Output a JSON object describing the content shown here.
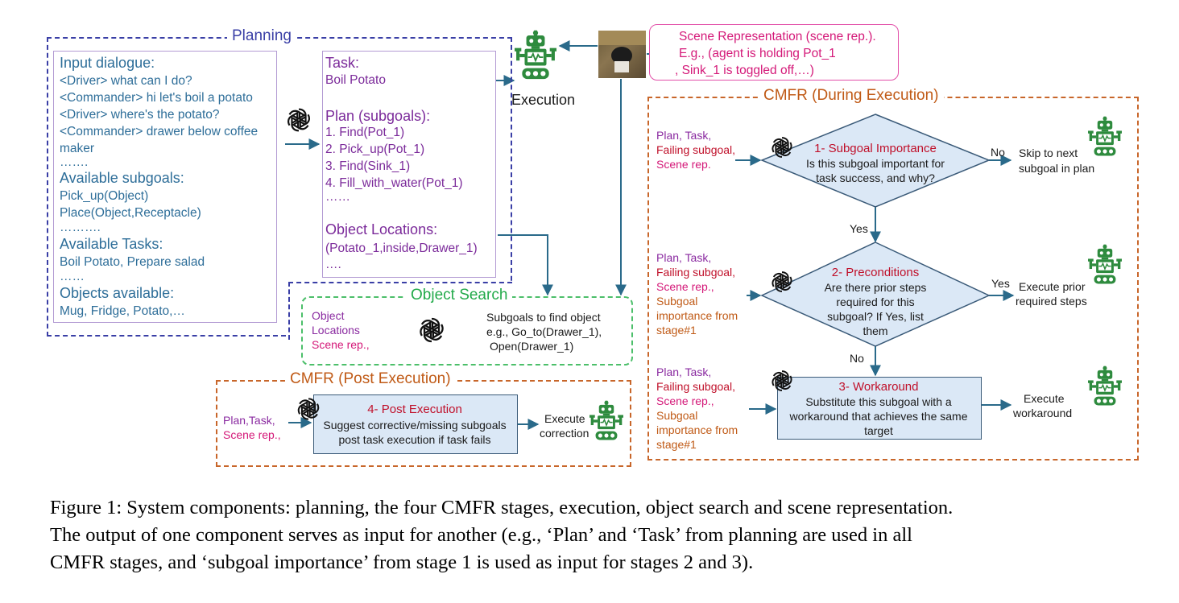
{
  "planning": {
    "title": "Planning",
    "input_box": {
      "header_dialogue": "Input dialogue:",
      "dialogue_lines": [
        "<Driver> what can I do?",
        "<Commander> hi let's boil a potato",
        "<Driver> where's the potato?",
        "<Commander> drawer below coffee",
        "maker",
        "……."
      ],
      "header_subgoals": "Available subgoals:",
      "subgoal_lines": [
        "Pick_up(Object)",
        "Place(Object,Receptacle)",
        "………."
      ],
      "header_tasks": "Available Tasks:",
      "task_lines": [
        "Boil Potato, Prepare salad",
        "……"
      ],
      "header_objects": "Objects available:",
      "object_lines": [
        "Mug, Fridge, Potato,…"
      ]
    },
    "output_box": {
      "task_header": "Task:",
      "task_value": "Boil Potato",
      "plan_header": "Plan (subgoals):",
      "plan_items": [
        "1. Find(Pot_1)",
        "2. Pick_up(Pot_1)",
        "3. Find(Sink_1)",
        "4. Fill_with_water(Pot_1)",
        "……"
      ],
      "locations_header": "Object Locations:",
      "location_items": [
        "(Potato_1,inside,Drawer_1)",
        "…."
      ]
    }
  },
  "execution": {
    "label": "Execution"
  },
  "scene_rep": {
    "lines": [
      "Scene Representation (scene rep.).",
      "E.g., (agent is holding Pot_1",
      ", Sink_1 is toggled off,…)"
    ]
  },
  "object_search": {
    "title": "Object Search",
    "inputs": [
      "Object",
      "Locations",
      "Scene rep.,"
    ],
    "outputs": [
      "Subgoals to find object",
      "e.g., Go_to(Drawer_1),",
      "Open(Drawer_1)"
    ]
  },
  "post_execution": {
    "title": "CMFR (Post Execution)",
    "inputs": [
      "Plan,Task,",
      "Scene rep.,"
    ],
    "box_title": "4- Post Execution",
    "box_lines": [
      "Suggest corrective/missing subgoals",
      "post task execution if task fails"
    ],
    "result": [
      "Execute",
      "correction"
    ]
  },
  "during_execution": {
    "title": "CMFR (During Execution)",
    "stage1": {
      "inputs": [
        "Plan, Task,",
        "Failing subgoal,",
        "Scene rep."
      ],
      "title": "1- Subgoal Importance",
      "lines": [
        "Is this subgoal important for",
        "task success, and why?"
      ],
      "no_label": "No",
      "no_result": [
        "Skip to next",
        "subgoal in plan"
      ],
      "yes_label": "Yes"
    },
    "stage2": {
      "inputs": [
        "Plan, Task,",
        "Failing subgoal,",
        "Scene rep.,",
        "Subgoal",
        "importance from",
        "stage#1"
      ],
      "title": "2- Preconditions",
      "lines": [
        "Are there prior steps",
        "required  for this",
        "subgoal? If Yes, list",
        "them"
      ],
      "yes_label": "Yes",
      "yes_result": [
        "Execute prior",
        "required steps"
      ],
      "no_label": "No"
    },
    "stage3": {
      "inputs": [
        "Plan, Task,",
        "Failing subgoal,",
        "Scene rep.,",
        "Subgoal",
        "importance from",
        "stage#1"
      ],
      "title": "3- Workaround",
      "lines": [
        "Substitute this subgoal with a",
        "workaround that achieves the same",
        "target"
      ],
      "result": [
        "Execute",
        "workaround"
      ]
    }
  },
  "caption": {
    "lines": [
      "Figure 1: System components: planning, the four CMFR stages, execution, object search and scene representation.",
      "The output of one component serves as input for another (e.g., ‘Plan’ and ‘Task’ from planning are used in all",
      "CMFR stages, and ‘subgoal importance’ from stage 1 is used as input for stages 2 and 3)."
    ]
  },
  "colors": {
    "planning_border": "#3a3fa6",
    "cmfr_border": "#c8662a",
    "object_search_border": "#4cbf6a",
    "stage_box_fill": "#dbe8f6",
    "robot_green": "#2e8b3e",
    "arrow": "#2a6a8a"
  },
  "icons": {
    "llm": "openai-logo-icon",
    "robot": "robot-icon",
    "scene": "scene-photo"
  }
}
